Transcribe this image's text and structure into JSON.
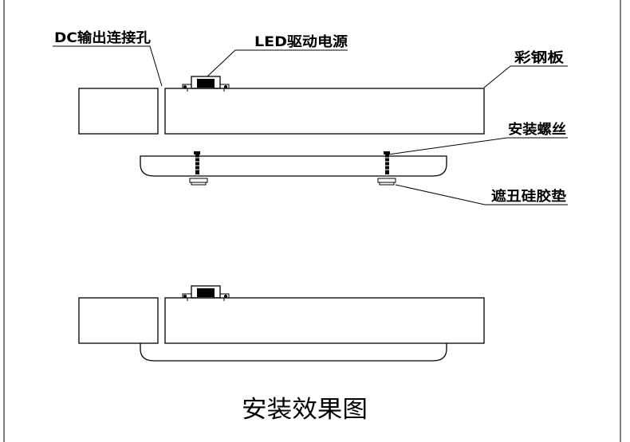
{
  "labels": {
    "dc_hole": "DC输出连接孔",
    "led_driver": "LED驱动电源",
    "steel_plate": "彩钢板",
    "mount_screw": "安装螺丝",
    "silicone_pad": "遮丑硅胶垫"
  },
  "caption": "安装效果图"
}
